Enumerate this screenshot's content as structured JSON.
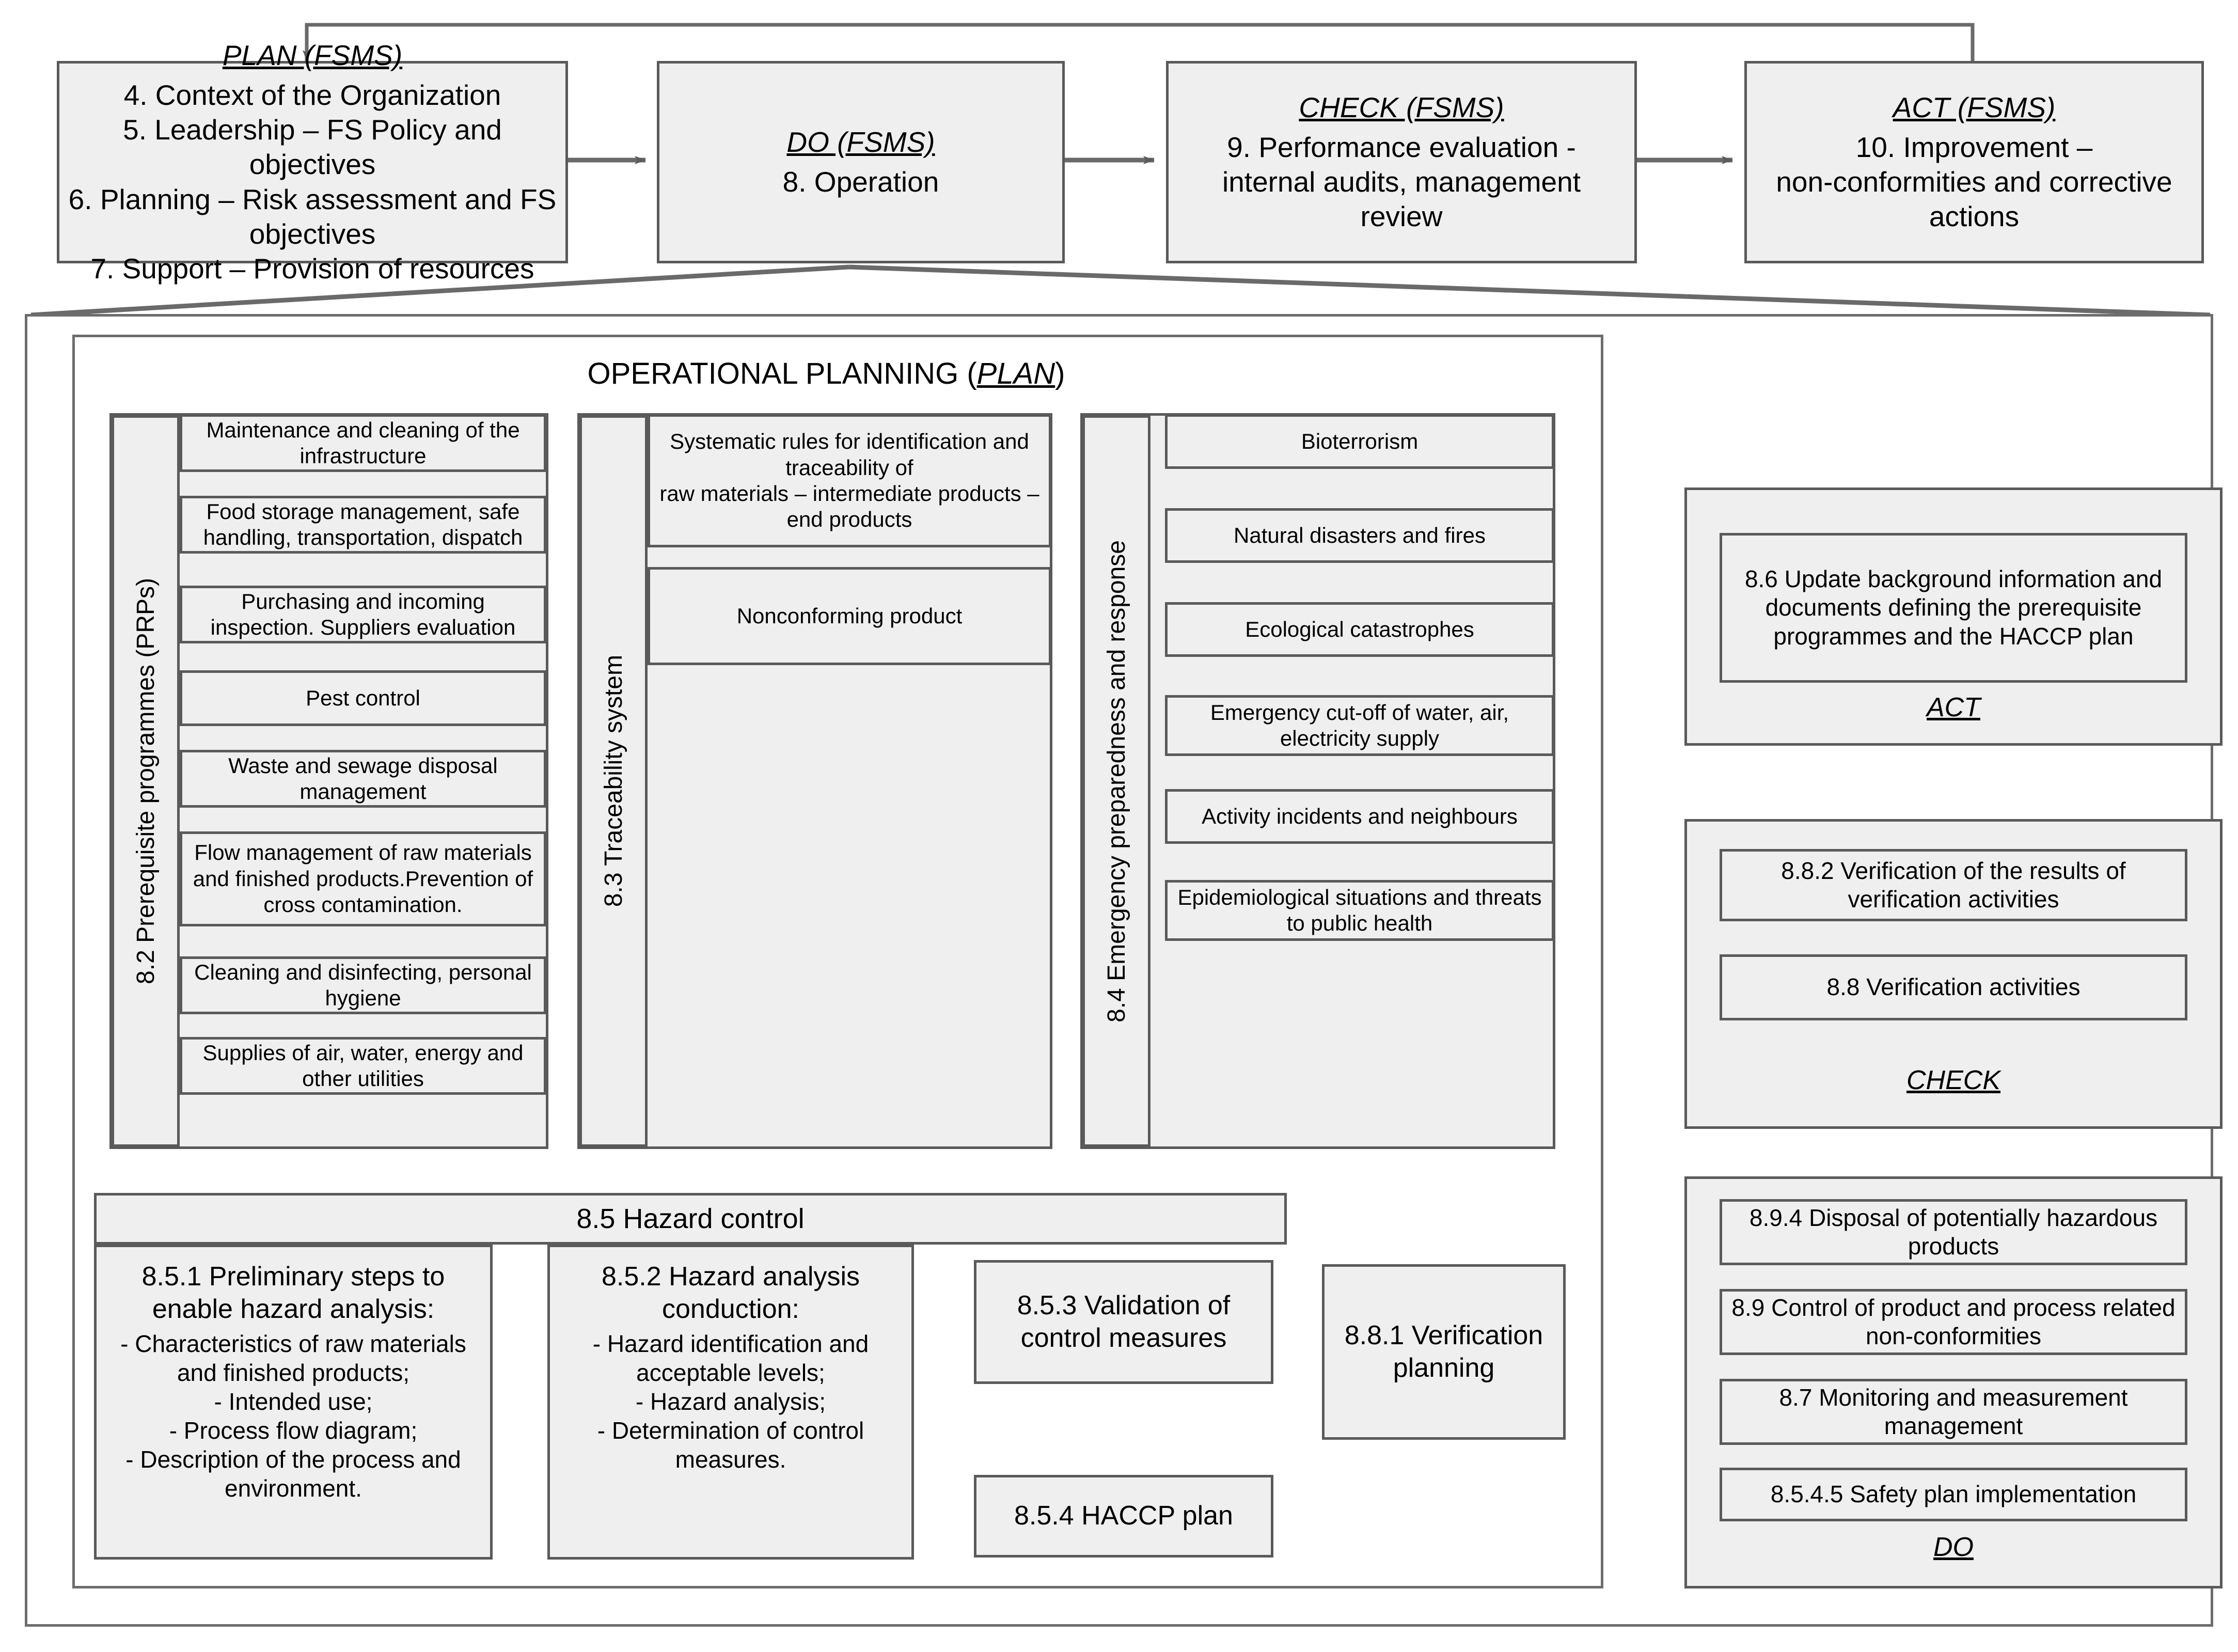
{
  "colors": {
    "box_fill": "#efefef",
    "box_border": "#5a5a5a",
    "frame_border": "#6d6d6d",
    "page_bg": "#ffffff",
    "text": "#000000"
  },
  "top_row": [
    {
      "title": "PLAN (FSMS)",
      "lines": [
        "4. Context of the Organization",
        "5. Leadership – FS Policy and objectives",
        "6. Planning – Risk assessment and FS",
        "objectives",
        "7. Support – Provision of resources"
      ]
    },
    {
      "title": "DO (FSMS)",
      "lines": [
        "8. Operation"
      ]
    },
    {
      "title": "CHECK (FSMS)",
      "lines": [
        "9. Performance evaluation -",
        "internal audits, management",
        "review"
      ]
    },
    {
      "title": "ACT (FSMS)",
      "lines": [
        "10. Improvement –",
        "non-conformities and corrective",
        "actions"
      ]
    }
  ],
  "operational_planning": {
    "header": "OPERATIONAL PLANNING (",
    "header_em": "PLAN",
    "header_close": ")",
    "prp": {
      "side_label": "8.2 Prerequisite programmes (PRPs)",
      "items": [
        "Maintenance and cleaning of the infrastructure",
        "Food storage management, safe handling, transportation, dispatch",
        "Purchasing and incoming inspection. Suppliers evaluation",
        "Pest control",
        "Waste and sewage disposal management",
        "Flow management of raw materials and finished products.Prevention of cross contamination.",
        "Cleaning and disinfecting, personal hygiene",
        "Supplies of air, water, energy and other utilities"
      ]
    },
    "traceability": {
      "side_label": "8.3 Traceability system",
      "items": [
        "Systematic rules for identification and traceability of\nraw materials – intermediate products – end products",
        "Nonconforming product"
      ]
    },
    "emergency": {
      "side_label": "8.4 Emergency preparedness and response",
      "items": [
        "Bioterrorism",
        "Natural disasters and fires",
        "Ecological catastrophes",
        "Emergency cut-off of water, air, electricity supply",
        "Activity incidents and neighbours",
        "Epidemiological situations and threats to public health"
      ]
    },
    "hazard_control": {
      "header": "8.5 Hazard control",
      "step1": {
        "heading": "8.5.1 Preliminary steps to enable hazard analysis:",
        "bullets": [
          "- Characteristics of raw materials and finished products;",
          "- Intended use;",
          "- Process flow diagram;",
          "- Description of the process and environment."
        ]
      },
      "step2": {
        "heading": "8.5.2 Hazard analysis conduction:",
        "bullets": [
          "- Hazard identification and acceptable levels;",
          "- Hazard analysis;",
          "- Determination of control measures."
        ]
      },
      "step3": {
        "heading": "8.5.3 Validation of control measures"
      },
      "step4": {
        "heading": "8.5.4 HACCP plan"
      },
      "step5": {
        "heading": "8.8.1 Verification planning"
      }
    }
  },
  "right_column": {
    "act": {
      "box": "8.6 Update background information and documents defining the prerequisite programmes and the HACCP plan",
      "stage_label": "ACT"
    },
    "check": {
      "boxes": [
        "8.8.2 Verification of the results of verification activities",
        "8.8 Verification activities"
      ],
      "stage_label": "CHECK"
    },
    "do": {
      "boxes": [
        "8.9.4 Disposal of potentially hazardous products",
        "8.9 Control of product and process related non-conformities",
        "8.7 Monitoring and measurement management",
        "8.5.4.5 Safety plan implementation"
      ],
      "stage_label": "DO"
    }
  }
}
